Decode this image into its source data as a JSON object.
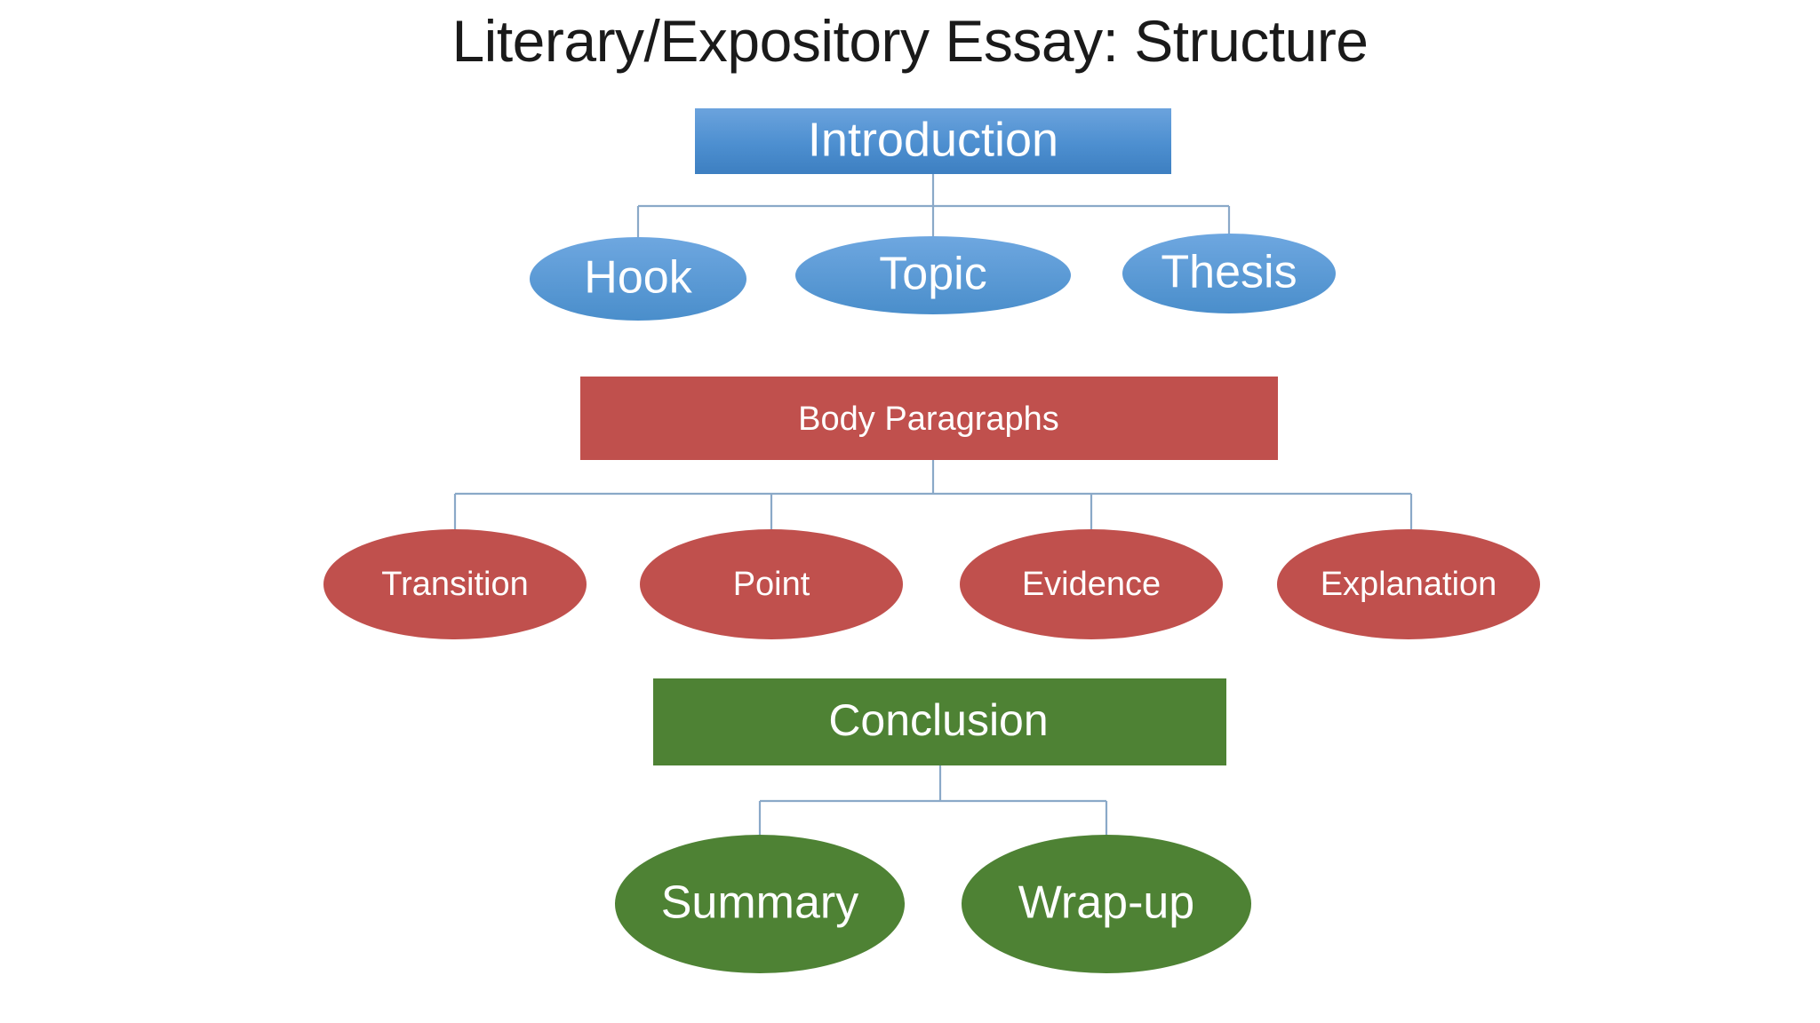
{
  "slide": {
    "title": "Literary/Expository Essay: Structure",
    "background_color": "#ffffff",
    "title_color": "#1a1a1a"
  },
  "palette": {
    "blue_top": "#6ba3dd",
    "blue_bottom": "#3d7fc1",
    "blue_ellipse": "#5b9bd5",
    "red": "#c0504d",
    "green": "#4e8234",
    "connector": "#8aa9c8",
    "node_text": "#ffffff"
  },
  "sections": [
    {
      "id": "introduction",
      "header": {
        "label": "Introduction",
        "shape": "rectangle",
        "color": "#4a8fd0"
      },
      "children": [
        {
          "label": "Hook",
          "shape": "ellipse",
          "color": "#5b9bd5"
        },
        {
          "label": "Topic",
          "shape": "ellipse",
          "color": "#5b9bd5"
        },
        {
          "label": "Thesis",
          "shape": "ellipse",
          "color": "#5b9bd5"
        }
      ]
    },
    {
      "id": "body-paragraphs",
      "header": {
        "label": "Body Paragraphs",
        "shape": "rectangle",
        "color": "#c0504d"
      },
      "children": [
        {
          "label": "Transition",
          "shape": "ellipse",
          "color": "#c0504d"
        },
        {
          "label": "Point",
          "shape": "ellipse",
          "color": "#c0504d"
        },
        {
          "label": "Evidence",
          "shape": "ellipse",
          "color": "#c0504d"
        },
        {
          "label": "Explanation",
          "shape": "ellipse",
          "color": "#c0504d"
        }
      ]
    },
    {
      "id": "conclusion",
      "header": {
        "label": "Conclusion",
        "shape": "rectangle",
        "color": "#4e8234"
      },
      "children": [
        {
          "label": "Summary",
          "shape": "ellipse",
          "color": "#4e8234"
        },
        {
          "label": "Wrap-up",
          "shape": "ellipse",
          "color": "#4e8234"
        }
      ]
    }
  ]
}
